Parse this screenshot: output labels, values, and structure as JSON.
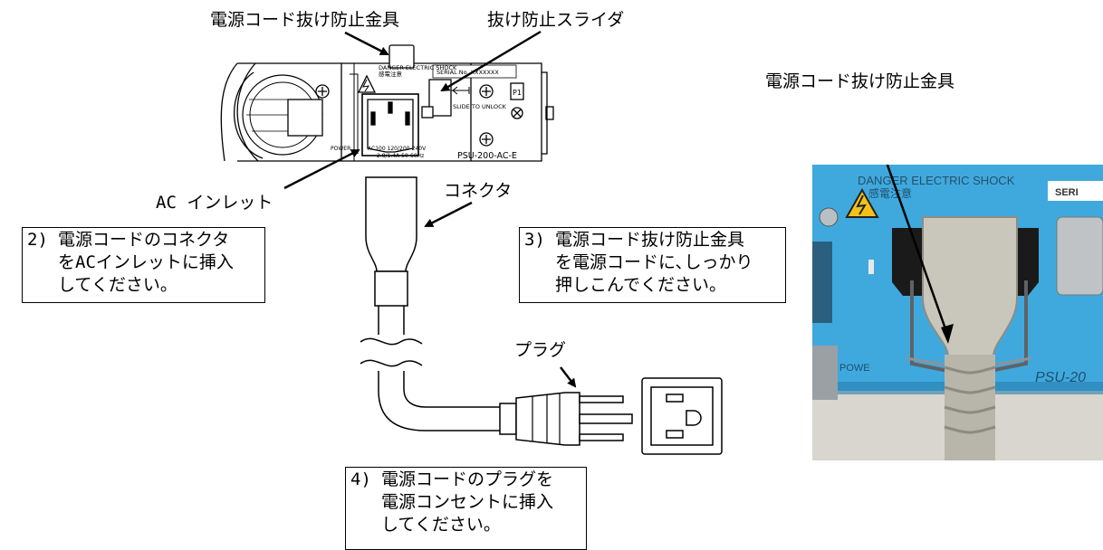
{
  "labels": {
    "retainer_top": "電源コード抜け防止金具",
    "slider": "抜け防止スライダ",
    "retainer_photo": "電源コード抜け防止金具",
    "ac_inlet": "AC インレット",
    "connector": "コネクタ",
    "plug": "プラグ"
  },
  "steps": [
    {
      "num": "2)",
      "lines": [
        "電源コードのコネクタ",
        "をACインレットに挿入",
        "してください。"
      ]
    },
    {
      "num": "3)",
      "lines": [
        "電源コード抜け防止金具",
        "を電源コードに､しっかり",
        "押しこんでください。"
      ]
    },
    {
      "num": "4)",
      "lines": [
        "電源コードのプラグを",
        "電源コンセントに挿入",
        "してください。"
      ]
    }
  ],
  "panel_text": {
    "danger": "DANGER ELECTRIC SHOCK",
    "danger_jp": "感電注意",
    "serial": "SERIAL No. XXXXXXX",
    "slide": "SLIDE TO UNLOCK",
    "rating1": "AC100 120/200-240V",
    "rating2": "2.8/1.4A 50-60Hz",
    "model": "PSU-200-AC-E",
    "power": "POWER",
    "p1": "P1"
  },
  "photo_text": {
    "danger": "DANGER ELECTRIC SHOCK",
    "danger_jp": "感電注意",
    "serial": "SERI",
    "power": "POWE",
    "model": "PSU-20"
  },
  "colors": {
    "photo_panel": "#3fa9de",
    "cord": "#b8b6ab",
    "warning": "#f2c21a"
  }
}
